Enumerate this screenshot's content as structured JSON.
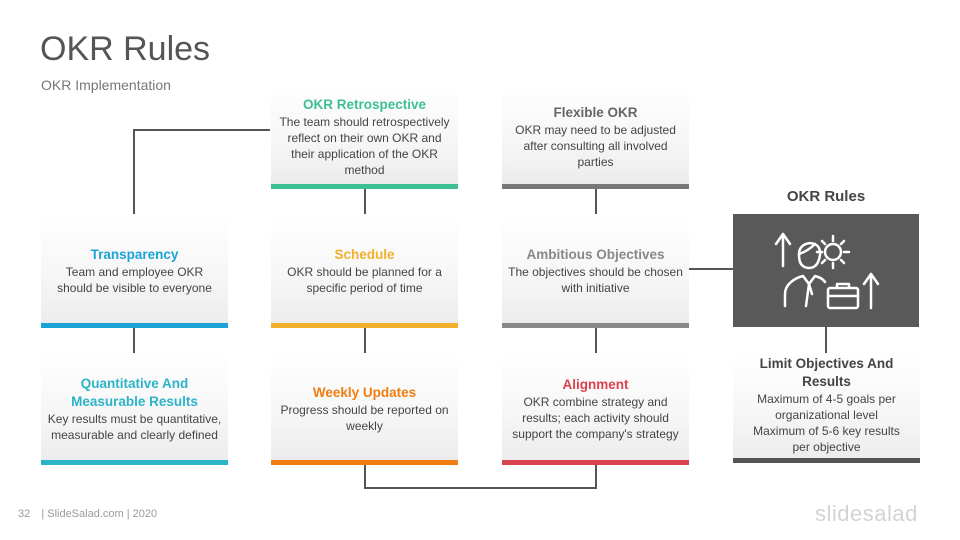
{
  "header": {
    "title": "OKR Rules",
    "subtitle": "OKR Implementation"
  },
  "cards": {
    "retrospective": {
      "title": "OKR Retrospective",
      "desc": "The team should retrospectively  reflect on their own OKR and their application of the OKR method",
      "color": "#3dbf96"
    },
    "flexible": {
      "title": "Flexible OKR",
      "desc": "OKR may need to be adjusted after consulting all involved parties",
      "color": "#777777"
    },
    "transparency": {
      "title": "Transparency",
      "desc": "Team and employee OKR should be visible to everyone",
      "color": "#1ba3d6"
    },
    "schedule": {
      "title": "Schedule",
      "desc": "OKR should be planned for a specific period of time",
      "color": "#f2b02c"
    },
    "ambitious": {
      "title": "Ambitious Objectives",
      "desc": "The objectives should be chosen with initiative",
      "color": "#888888"
    },
    "quantitative": {
      "title": "Quantitative And Measurable Results",
      "desc": "Key results must be quantitative, measurable and clearly defined",
      "color": "#2bb4c8"
    },
    "weekly": {
      "title": "Weekly Updates",
      "desc": "Progress should be reported on weekly",
      "color": "#ef7d11"
    },
    "alignment": {
      "title": "Alignment",
      "desc": "OKR combine strategy and results; each activity should support the company's strategy",
      "color": "#d9434f"
    }
  },
  "rules": {
    "heading": "OKR Rules",
    "icon": "business-growth-icon",
    "box_color": "#595959"
  },
  "limit": {
    "title": "Limit Objectives And Results",
    "line1": "Maximum of 4-5 goals per organizational level",
    "line2": "Maximum of 5-6 key results per objective",
    "color": "#555555"
  },
  "footer": {
    "page": "32",
    "text": "| SlideSalad.com | 2020",
    "logo": "slidesalad"
  }
}
